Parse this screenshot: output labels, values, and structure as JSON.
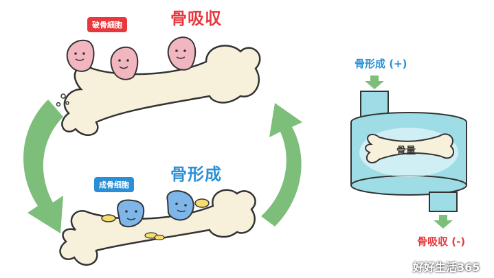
{
  "top": {
    "title": "骨吸収",
    "badge": "破骨細胞"
  },
  "bottom": {
    "title": "骨形成",
    "badge": "成骨细胞"
  },
  "tank": {
    "inflow_label": "骨形成 (+)",
    "content_label": "骨量",
    "outflow_label": "骨吸収 (-)"
  },
  "watermark": "好好生活365",
  "colors": {
    "red": "#e8383d",
    "blue": "#2a8fd6",
    "green": "#7dbf7a",
    "teal": "#9fdde6",
    "bone": "#f7f1dc"
  }
}
